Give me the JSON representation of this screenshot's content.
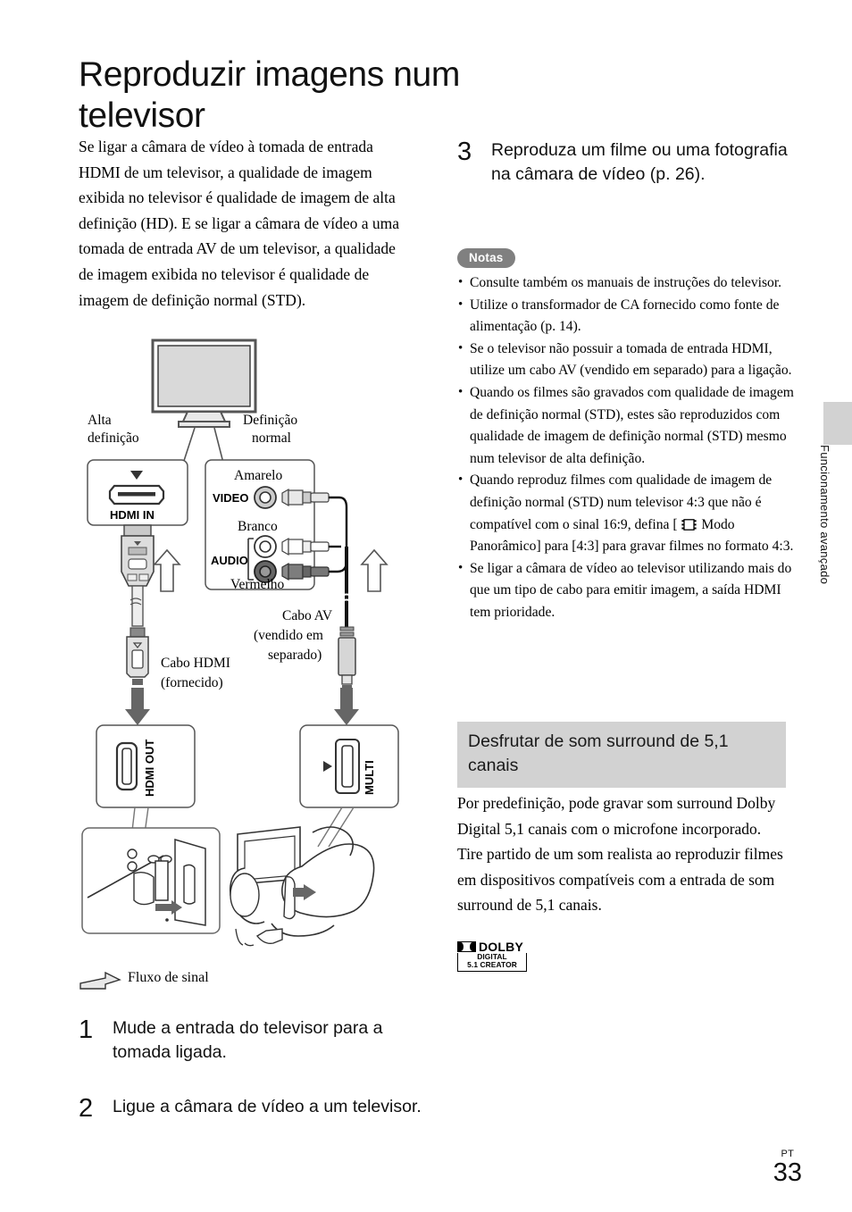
{
  "page": {
    "title": "Reproduzir imagens num televisor",
    "lang_code": "PT",
    "number": "33",
    "side_tab": "Funcionamento avançado"
  },
  "intro": {
    "paragraph": "Se ligar a câmara de vídeo à tomada de entrada HDMI de um televisor, a qualidade de imagem exibida no televisor é qualidade de imagem de alta definição (HD). E se ligar a câmara de vídeo a uma tomada de entrada AV de um televisor, a qualidade de imagem exibida no televisor é qualidade de imagem de definição normal (STD)."
  },
  "diagram": {
    "labels": {
      "alta_definicao": "Alta definição",
      "alta_definicao_l1": "Alta",
      "alta_definicao_l2": "definição",
      "definicao_normal_l1": "Definição",
      "definicao_normal_l2": "normal",
      "amarelo": "Amarelo",
      "branco": "Branco",
      "vermelho": "Vermelho",
      "video": "VIDEO",
      "audio": "AUDIO",
      "hdmi_in": "HDMI IN",
      "hdmi_out": "HDMI OUT",
      "multi": "MULTI",
      "cabo_hdmi_l1": "Cabo HDMI",
      "cabo_hdmi_l2": "(fornecido)",
      "cabo_av_l1": "Cabo AV",
      "cabo_av_l2": "(vendido em",
      "cabo_av_l3": "separado)",
      "fluxo_de_sinal": "Fluxo de sinal"
    }
  },
  "steps": [
    {
      "num": "1",
      "text": "Mude a entrada do televisor para a tomada ligada."
    },
    {
      "num": "2",
      "text": "Ligue a câmara de vídeo a um televisor."
    },
    {
      "num": "3",
      "text": "Reproduza um filme ou uma fotografia na câmara de vídeo (p. 26)."
    }
  ],
  "notas": {
    "badge": "Notas",
    "items": [
      "Consulte também os manuais de instruções do televisor.",
      "Utilize o transformador de CA fornecido como fonte de alimentação (p. 14).",
      "Se o televisor não possuir a tomada de entrada HDMI, utilize um cabo AV (vendido em separado) para a ligação.",
      "Quando os filmes são gravados com qualidade de imagem de definição normal (STD), estes são reproduzidos com qualidade de imagem de definição normal (STD) mesmo num televisor de alta definição.",
      "Se ligar a câmara de vídeo ao televisor utilizando mais do que um tipo de cabo para emitir imagem, a saída HDMI tem prioridade."
    ],
    "wide_mode_note": {
      "part1": "Quando reproduz filmes com qualidade de imagem de definição normal (STD) num televisor 4:3 que não é compatível com o sinal 16:9, defina [ ",
      "icon": "film-strip-icon",
      "part2": " Modo Panorâmico] para [4:3] para gravar filmes no formato 4:3."
    }
  },
  "surround": {
    "heading": "Desfrutar de som surround de 5,1 canais",
    "paragraph": "Por predefinição, pode gravar som surround Dolby Digital 5,1 canais com o microfone incorporado. Tire partido de um som realista ao reproduzir filmes em dispositivos compatíveis com a entrada de som surround de 5,1 canais.",
    "dolby_logo": {
      "word": "DOLBY",
      "line2": "DIGITAL",
      "line3": "5.1 CREATOR"
    }
  },
  "colors": {
    "badge_gray": "#808080",
    "band_gray": "#d2d2d2",
    "text": "#000000"
  }
}
